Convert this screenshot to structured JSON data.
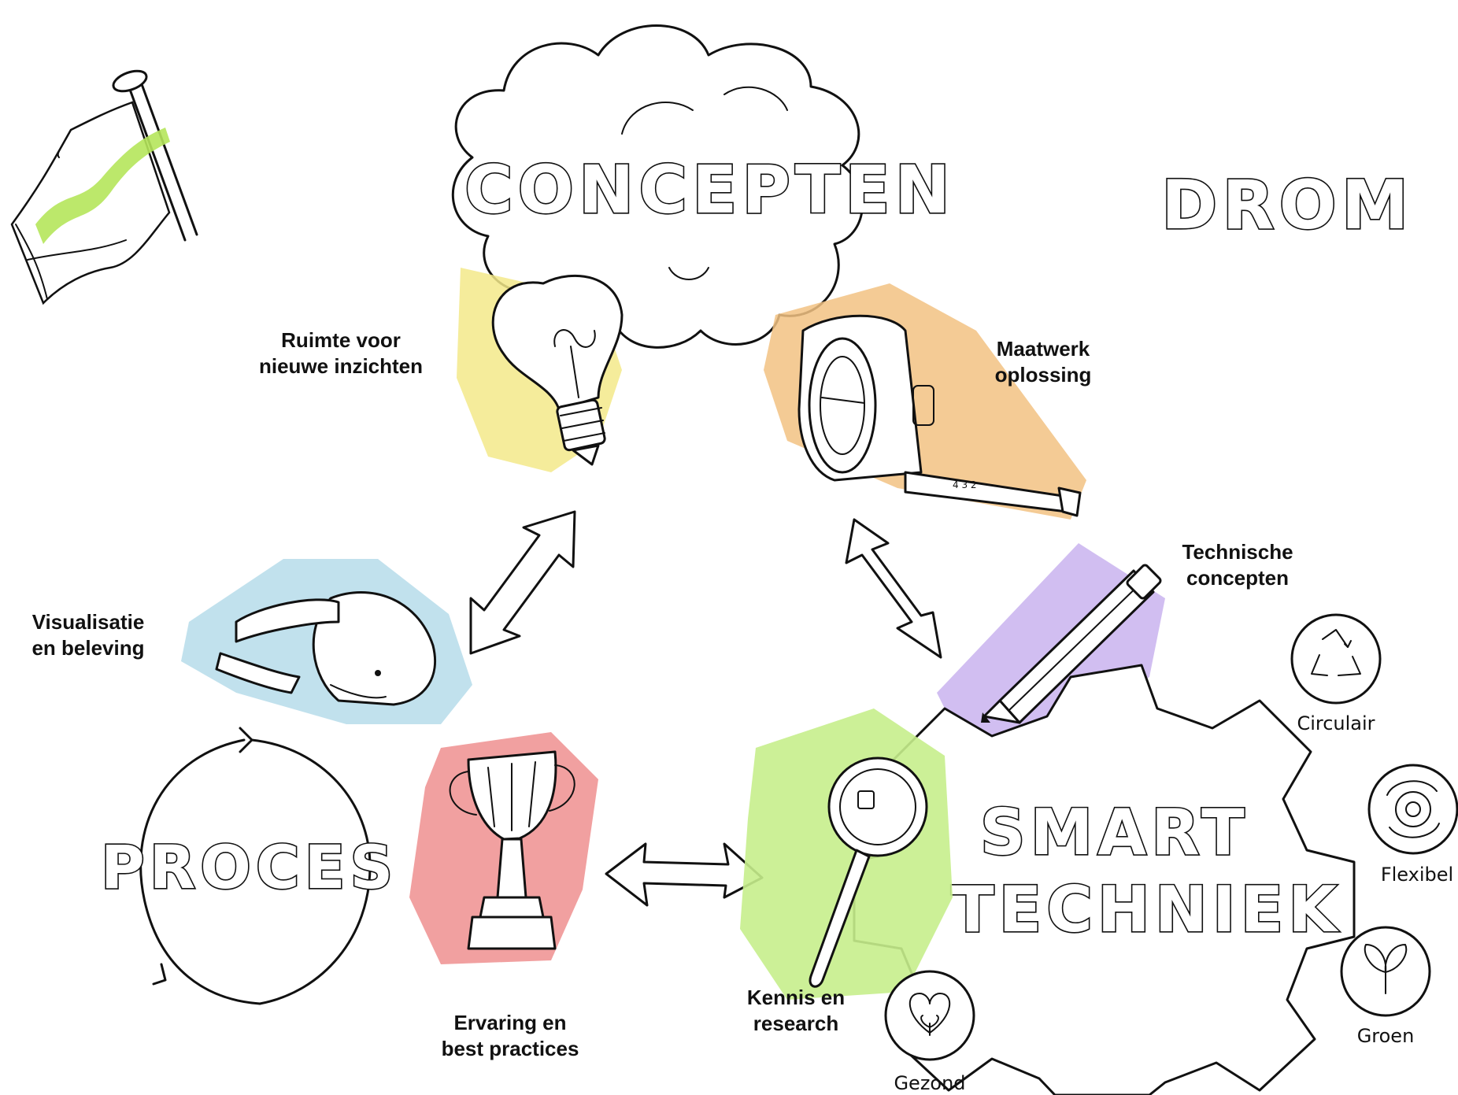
{
  "titles": {
    "concepten": "CONCEPTEN",
    "dromen": "DROM",
    "proces": "PROCES",
    "smart": "SMART",
    "techniek": "TECHNIEK"
  },
  "labels": {
    "ruimte_line1": "Ruimte voor",
    "ruimte_line2": "nieuwe inzichten",
    "maatwerk_line1": "Maatwerk",
    "maatwerk_line2": "oplossing",
    "technische_line1": "Technische",
    "technische_line2": "concepten",
    "visualisatie_line1": "Visualisatie",
    "visualisatie_line2": "en beleving",
    "ervaring_line1": "Ervaring en",
    "ervaring_line2": "best practices",
    "kennis_line1": "Kennis en",
    "kennis_line2": "research"
  },
  "badges": {
    "circulair": "Circulair",
    "flexibel": "Flexibel",
    "groen": "Groen",
    "gezond": "Gezond"
  },
  "colors": {
    "yellow": "#f3e98a",
    "orange": "#f2c283",
    "purple": "#c9b3ef",
    "blue": "#b6dcea",
    "red": "#ef8f8f",
    "green": "#c7ee8c",
    "flag_green": "#b5e65b",
    "ink": "#111111"
  },
  "icons": [
    "cloud-icon",
    "lightbulb-icon",
    "tape-measure-icon",
    "pencil-icon",
    "vr-headset-icon",
    "trophy-icon",
    "magnifier-icon",
    "gear-icon",
    "recycle-icon",
    "gear-cycle-icon",
    "leaf-icon",
    "heart-icon",
    "flag-icon",
    "cycle-arrow-icon"
  ]
}
